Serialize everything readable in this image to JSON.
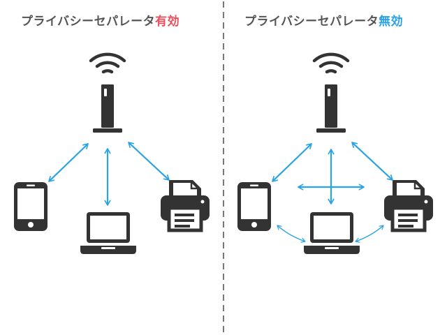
{
  "colors": {
    "device": "#333333",
    "arrow": "#29a3e6",
    "divider": "#777777",
    "title_text": "#555555",
    "enabled": "#e8505b",
    "disabled": "#29a3e6"
  },
  "left_panel": {
    "title_prefix": "プライバシーセパレータ",
    "title_status": "有効",
    "status_color": "#e8505b"
  },
  "right_panel": {
    "title_prefix": "プライバシーセパレータ",
    "title_status": "無効",
    "status_color": "#29a3e6"
  },
  "icons": [
    "router-icon",
    "smartphone-icon",
    "laptop-icon",
    "printer-icon",
    "wifi-icon"
  ]
}
